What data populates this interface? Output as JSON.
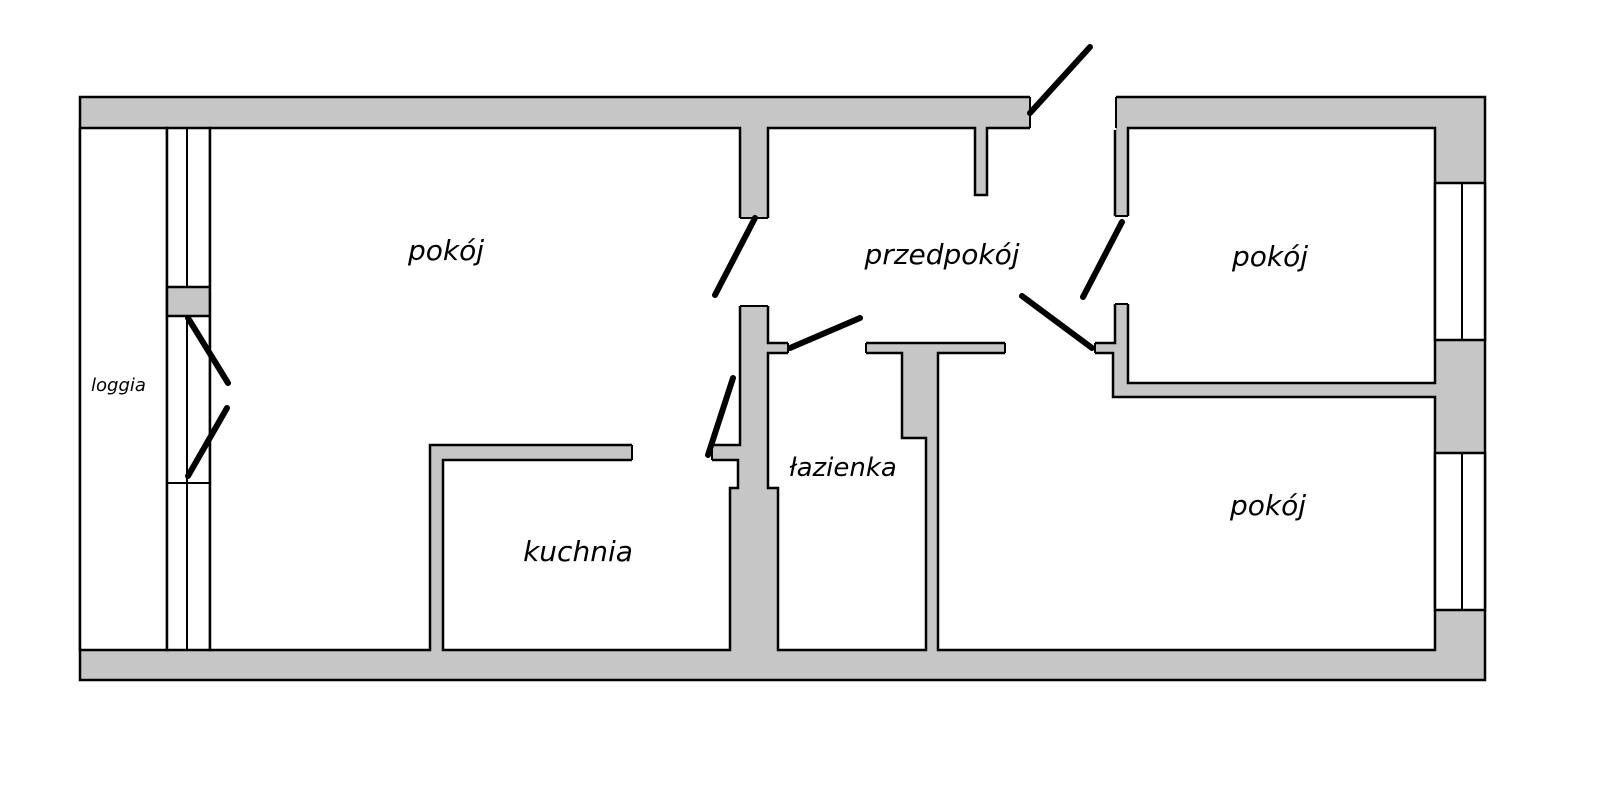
{
  "title": "Floor plan",
  "rooms": {
    "loggia": "loggia",
    "living_room": "pokój",
    "hallway": "przedpokój",
    "bedroom_top_right": "pokój",
    "bedroom_bottom_right": "pokój",
    "kitchen": "kuchnia",
    "bathroom": "łazienka"
  },
  "colors": {
    "wall": "#c6c6c6",
    "line": "#000000",
    "floor": "#ffffff"
  }
}
